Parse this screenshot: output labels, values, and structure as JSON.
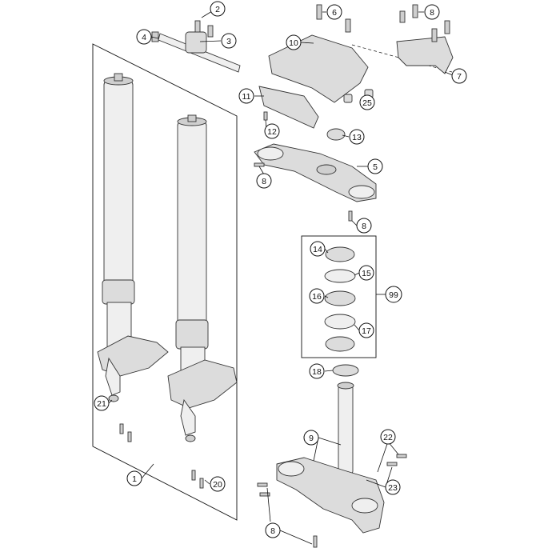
{
  "callouts": {
    "c1": "1",
    "c2": "2",
    "c3": "3",
    "c4": "4",
    "c5": "5",
    "c6": "6",
    "c7": "7",
    "c8a": "8",
    "c8b": "8",
    "c8c": "8",
    "c8d": "8",
    "c9": "9",
    "c10": "10",
    "c11": "11",
    "c12": "12",
    "c13": "13",
    "c14": "14",
    "c15": "15",
    "c16": "16",
    "c17": "17",
    "c18": "18",
    "c20": "20",
    "c21": "21",
    "c22": "22",
    "c23": "23",
    "c25": "25",
    "c99": "99"
  }
}
